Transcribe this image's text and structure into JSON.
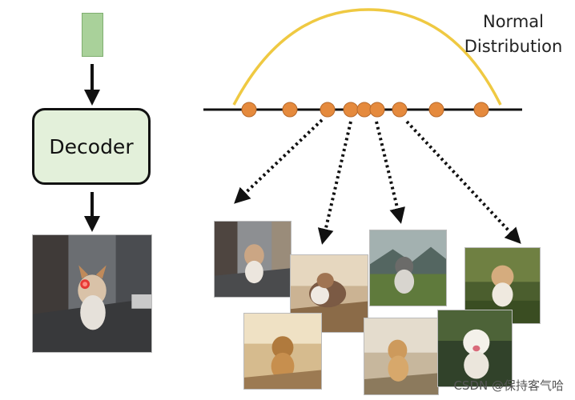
{
  "decoder": {
    "label": "Decoder"
  },
  "distribution": {
    "label_line1": "Normal",
    "label_line2": "Distribution"
  },
  "colors": {
    "curve": "#efc942",
    "sample_point": "#e58a3d",
    "decoder_fill": "#e3f0da",
    "latent_fill": "#a9d19a"
  },
  "images": {
    "decoder_output": "dog running on street",
    "samples": [
      "dog on street",
      "dog running on dirt",
      "husky on grass",
      "dog on grass",
      "dog in dust",
      "dog running",
      "white dog"
    ]
  },
  "watermark": "CSDN @保持客气哈"
}
